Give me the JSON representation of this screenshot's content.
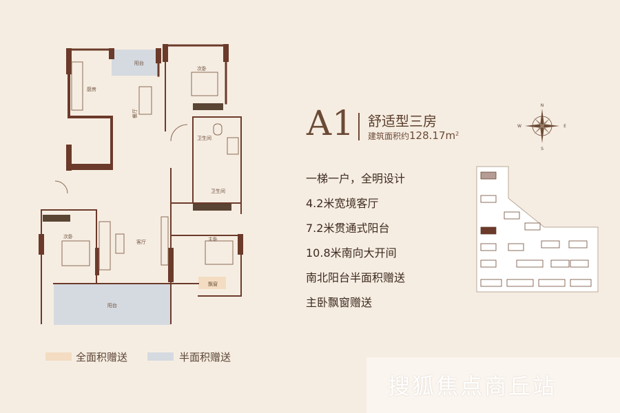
{
  "plan": {
    "code": "A1",
    "type": "舒适型三房",
    "area_label": "建筑面积约",
    "area_value": "128.17m",
    "area_sup": "2"
  },
  "rooms": {
    "balcony_north": "阳台",
    "kitchen": "厨房",
    "dining": "餐厅",
    "bedroom_ne": "次卧",
    "bath_1": "卫生间",
    "bath_2": "卫生间",
    "living": "客厅",
    "bedroom_w": "次卧",
    "master": "主卧",
    "bay_window": "飘窗",
    "balcony_south": "阳台"
  },
  "compass": {
    "n": "N",
    "s": "S",
    "e": "E",
    "w": "W"
  },
  "features": [
    "一梯一户，全明设计",
    "4.2米宽境客厅",
    "7.2米贯通式阳台",
    "10.8米南向大开间",
    "南北阳台半面积赠送",
    "主卧飘窗赠送"
  ],
  "legend": [
    {
      "label": "全面积赠送",
      "color": "#f3dcc1"
    },
    {
      "label": "半面积赠送",
      "color": "#d5dae0"
    }
  ],
  "watermark": "搜狐焦点商丘站",
  "colors": {
    "wall": "#6b3a2a",
    "accent": "#6b4a36",
    "balcony": "#d5dae0",
    "bay": "#f3dcc1"
  }
}
